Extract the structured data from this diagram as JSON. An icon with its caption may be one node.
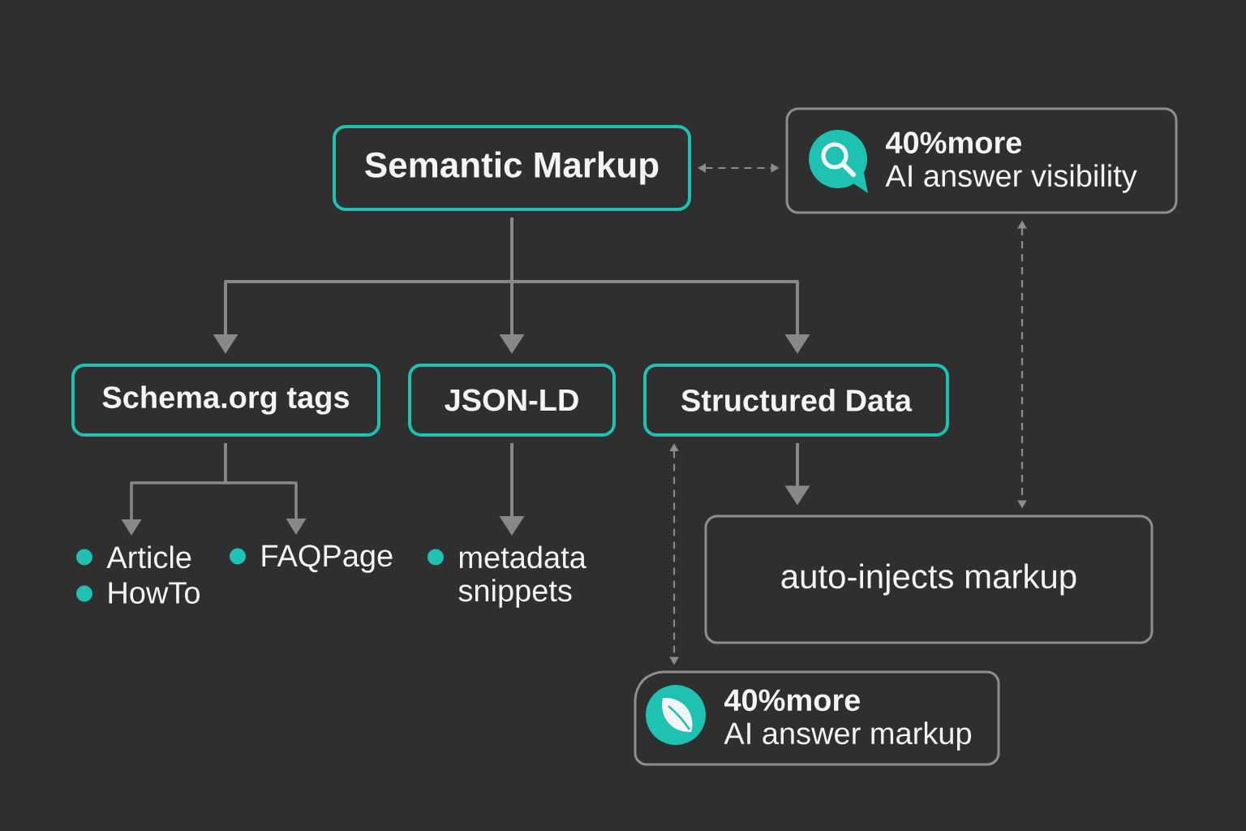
{
  "diagram": {
    "nodes": [
      {
        "text": [
          "Semantic Markup"
        ]
      },
      {
        "text": [
          "40%more",
          "AI answer visibility"
        ]
      },
      {
        "text": [
          "Schema.org tags"
        ]
      },
      {
        "text": [
          "JSON-LD"
        ]
      },
      {
        "text": [
          "Structured Data"
        ]
      },
      {
        "text": [
          "Article",
          "HowTo"
        ]
      },
      {
        "text": [
          "FAQPage"
        ]
      },
      {
        "text": [
          "metadata snippets"
        ]
      },
      {
        "text": [
          "auto-injects markup"
        ]
      },
      {
        "text": [
          "40%more",
          "AI answer markup"
        ]
      }
    ],
    "edges": [
      {
        "from": 0,
        "to": 2,
        "arrow": "to"
      },
      {
        "from": 0,
        "to": 3,
        "arrow": "to"
      },
      {
        "from": 0,
        "to": 4,
        "arrow": "to"
      },
      {
        "from": 0,
        "to": 1,
        "arrow": "both",
        "style": "dashed"
      },
      {
        "from": 2,
        "to": 5,
        "arrow": "to"
      },
      {
        "from": 2,
        "to": 6,
        "arrow": "to"
      },
      {
        "from": 3,
        "to": 7,
        "arrow": "to"
      },
      {
        "from": 4,
        "to": 8,
        "arrow": "to"
      },
      {
        "from": 1,
        "to": 8,
        "arrow": "both",
        "style": "dashed"
      },
      {
        "from": 4,
        "to": 9,
        "arrow": "both",
        "style": "dashed"
      }
    ]
  }
}
